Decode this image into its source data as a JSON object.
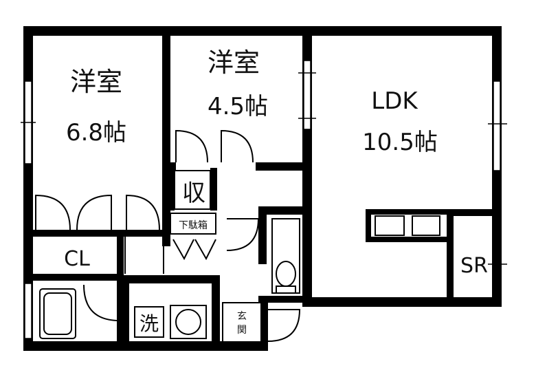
{
  "rooms": {
    "bedroom1": {
      "name": "洋室",
      "size": "6.8帖"
    },
    "bedroom2": {
      "name": "洋室",
      "size": "4.5帖"
    },
    "ldk": {
      "name": "LDK",
      "size": "10.5帖"
    },
    "closet": {
      "name": "CL"
    },
    "storage": {
      "name": "収"
    },
    "shoe_box": {
      "name": "下駄箱"
    },
    "laundry": {
      "name": "洗"
    },
    "entrance": {
      "name": "玄関"
    },
    "storeroom": {
      "name": "SR"
    }
  },
  "colors": {
    "wall": "#000000",
    "background": "#ffffff"
  }
}
